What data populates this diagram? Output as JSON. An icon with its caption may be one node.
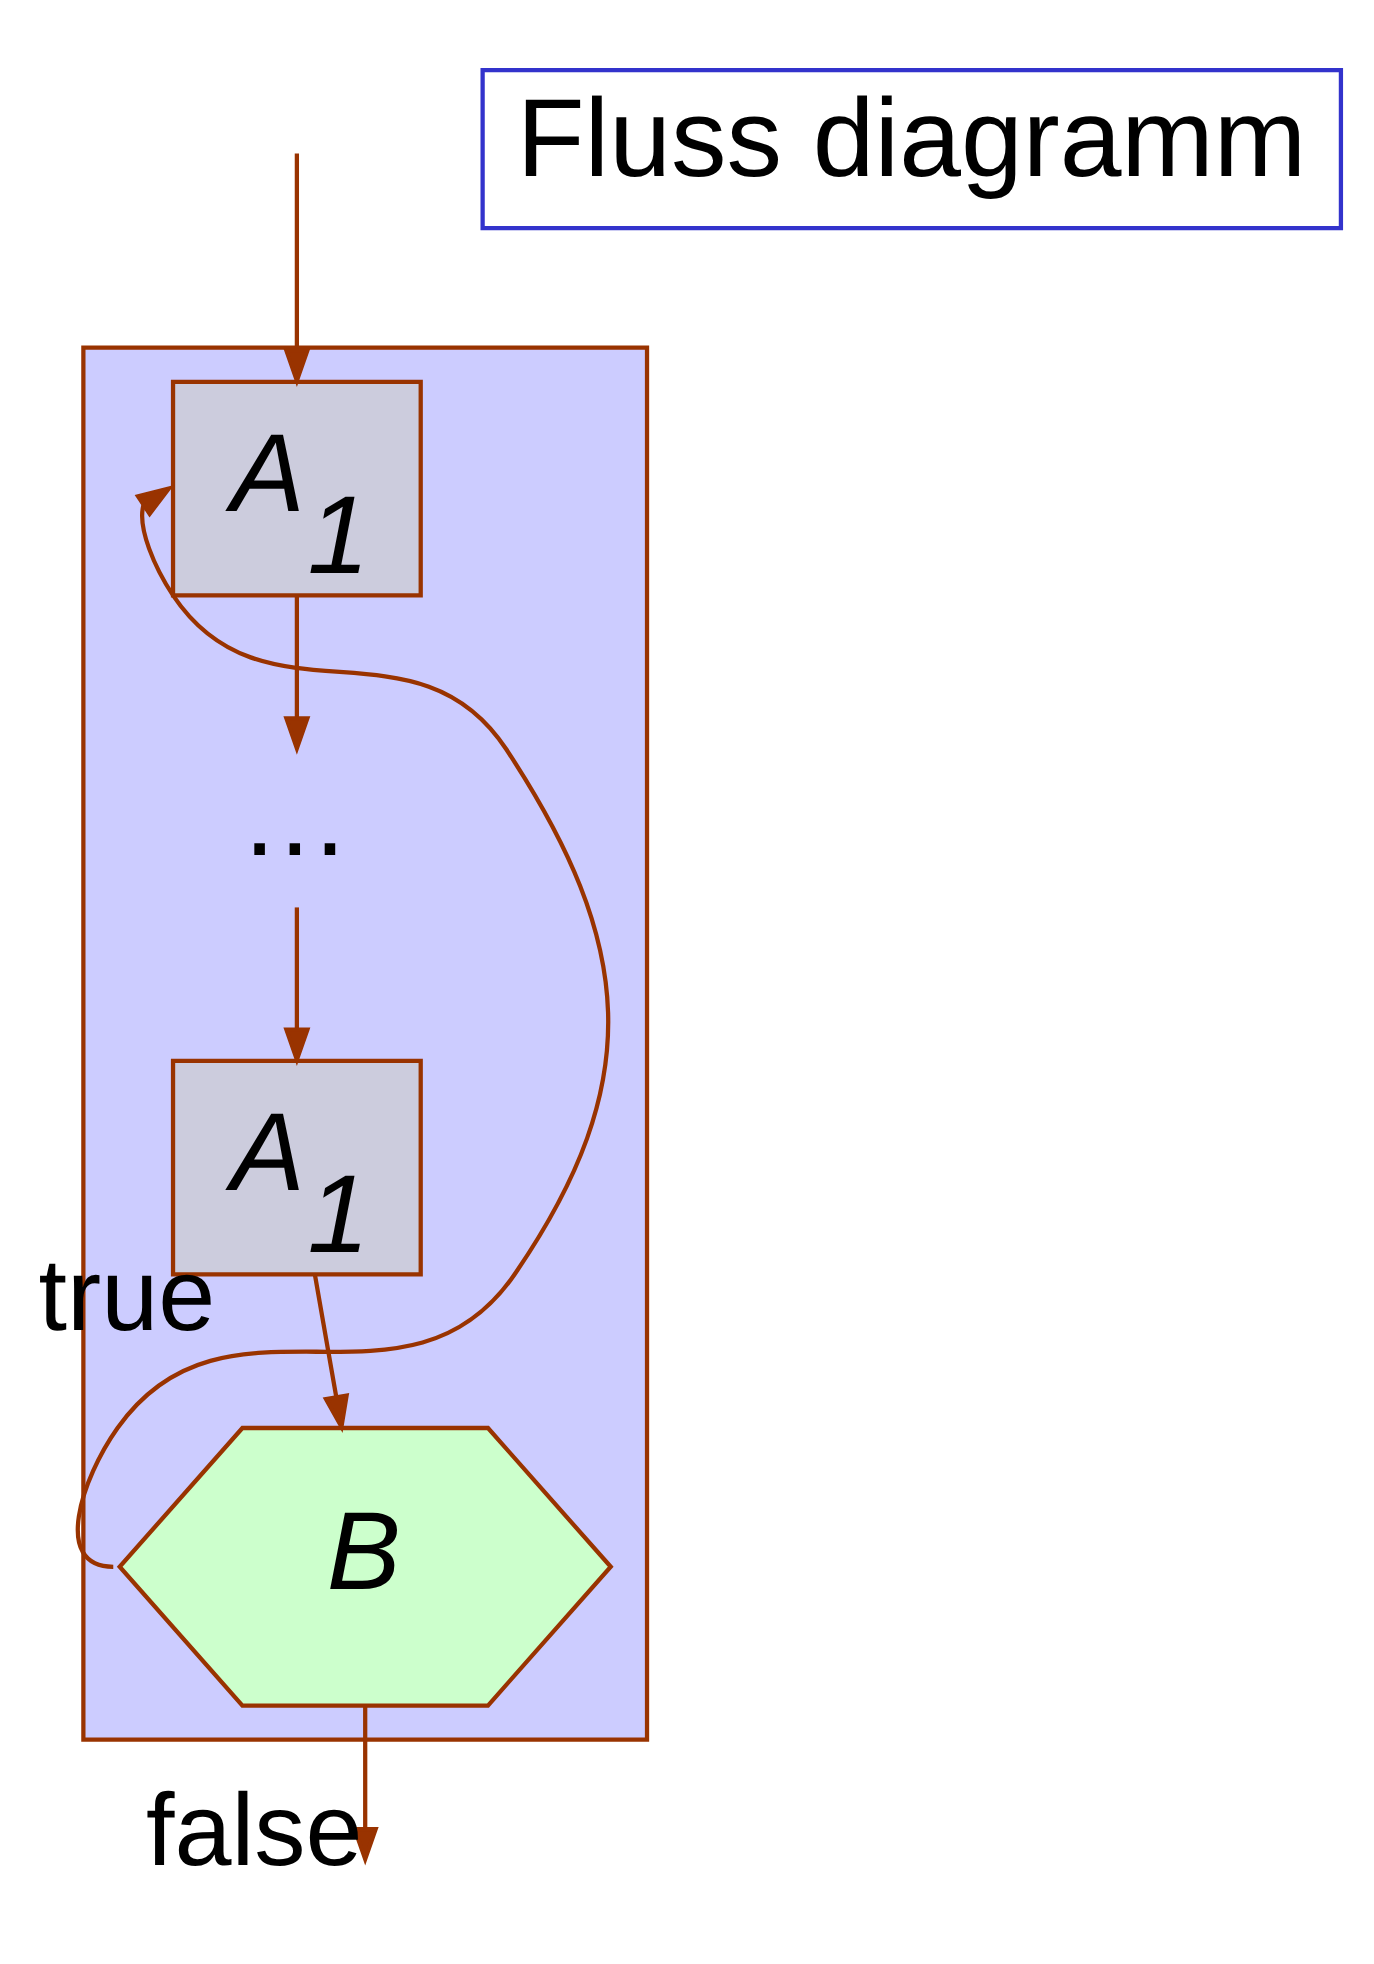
{
  "diagram": {
    "nodes": [
      {
        "text": [],
        "shape": "box"
      },
      {
        "text": [
          "A$_{1}$"
        ],
        "in": 0
      },
      {
        "text": [
          "…"
        ],
        "in": 0
      },
      {
        "text": [
          "A$_{1}$"
        ],
        "in": 0
      },
      {
        "text": [
          "B"
        ],
        "in": 0
      },
      {
        "text": [
          "Fluss diagramm"
        ]
      }
    ],
    "edges": [
      {
        "from": null,
        "to": 1,
        "arrow": "to"
      },
      {
        "from": 1,
        "to": 2,
        "arrow": "to"
      },
      {
        "from": 2,
        "to": 3,
        "arrow": "to"
      },
      {
        "from": 3,
        "to": 4,
        "arrow": "to"
      },
      {
        "from": 4,
        "to": 1,
        "arrow": "to",
        "label": "true"
      },
      {
        "from": 4,
        "to": null,
        "arrow": "to",
        "label": "false"
      }
    ]
  }
}
